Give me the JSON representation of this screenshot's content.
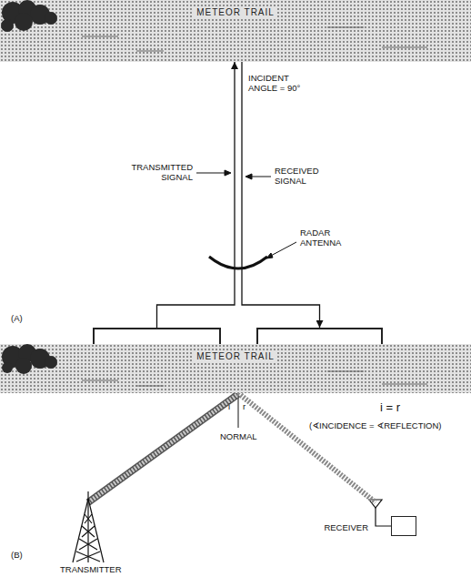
{
  "diagram": {
    "nodes": [
      {
        "text": [
          "METEOR TRAIL"
        ]
      },
      {
        "text": [
          "TRANSMITTER"
        ]
      },
      {
        "text": [
          "RECEIVER"
        ]
      },
      {
        "text": [
          "METEOR TRAIL"
        ]
      },
      {
        "text": [
          "RECEIVER"
        ]
      }
    ],
    "edges": [
      {
        "from": 1,
        "to": 0,
        "arrow": "to"
      },
      {
        "from": 0,
        "to": 2,
        "arrow": "to"
      },
      {
        "from": 3,
        "to": 4,
        "arrow": "none"
      }
    ],
    "labels": [
      "INCIDENT ANGLE = 90°",
      "TRANSMITTED SIGNAL",
      "RECEIVED SIGNAL",
      "RADAR ANTENNA",
      "(A)",
      "i",
      "r",
      "NORMAL",
      "i = r",
      "(∢INCIDENCE = ∢REFLECTION)",
      "TRANSMITTER",
      "(B)"
    ]
  }
}
